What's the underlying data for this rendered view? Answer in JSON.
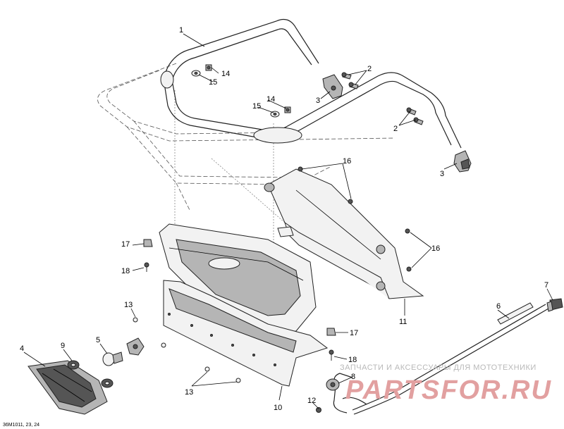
{
  "diagram": {
    "code": "36M1011, 23, 24",
    "watermark_text": "ЗАПЧАСТИ И АКСЕССУАРЫ ДЛЯ МОТОТЕХНИКИ",
    "watermark_logo": "PARTSFOR.RU"
  },
  "callouts": [
    {
      "id": "c1",
      "text": "1"
    },
    {
      "id": "c2a",
      "text": "2"
    },
    {
      "id": "c2b",
      "text": "2"
    },
    {
      "id": "c3a",
      "text": "3"
    },
    {
      "id": "c3b",
      "text": "3"
    },
    {
      "id": "c4",
      "text": "4"
    },
    {
      "id": "c5",
      "text": "5"
    },
    {
      "id": "c6",
      "text": "6"
    },
    {
      "id": "c7",
      "text": "7"
    },
    {
      "id": "c8",
      "text": "8"
    },
    {
      "id": "c9",
      "text": "9"
    },
    {
      "id": "c10",
      "text": "10"
    },
    {
      "id": "c11",
      "text": "11"
    },
    {
      "id": "c12",
      "text": "12"
    },
    {
      "id": "c13a",
      "text": "13"
    },
    {
      "id": "c13b",
      "text": "13"
    },
    {
      "id": "c14a",
      "text": "14"
    },
    {
      "id": "c14b",
      "text": "14"
    },
    {
      "id": "c15a",
      "text": "15"
    },
    {
      "id": "c15b",
      "text": "15"
    },
    {
      "id": "c16a",
      "text": "16"
    },
    {
      "id": "c16b",
      "text": "16"
    },
    {
      "id": "c17a",
      "text": "17"
    },
    {
      "id": "c17b",
      "text": "17"
    },
    {
      "id": "c18a",
      "text": "18"
    },
    {
      "id": "c18b",
      "text": "18"
    }
  ]
}
